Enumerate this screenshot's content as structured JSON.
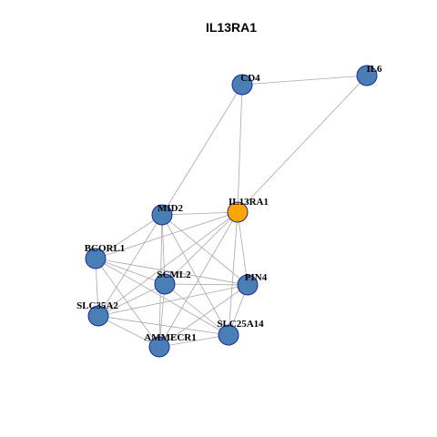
{
  "title": "IL13RA1",
  "colors": {
    "default_node": "#4a7fb5",
    "highlight_node": "#ffa500",
    "node_border": "#1a2a9a",
    "edge": "#a8a8a8"
  },
  "nodes": [
    {
      "id": "CD4",
      "label": "CD4",
      "highlight": false
    },
    {
      "id": "IL6",
      "label": "IL6",
      "highlight": false
    },
    {
      "id": "MID2",
      "label": "MID2",
      "highlight": false
    },
    {
      "id": "IL13RA1",
      "label": "IL13RA1",
      "highlight": true
    },
    {
      "id": "BCORL1",
      "label": "BCORL1",
      "highlight": false
    },
    {
      "id": "SCML2",
      "label": "SCML2",
      "highlight": false
    },
    {
      "id": "PIN4",
      "label": "PIN4",
      "highlight": false
    },
    {
      "id": "SLC35A2",
      "label": "SLC35A2",
      "highlight": false
    },
    {
      "id": "SLC25A14",
      "label": "SLC25A14",
      "highlight": false
    },
    {
      "id": "AMMECR1",
      "label": "AMMECR1",
      "highlight": false
    }
  ],
  "edges": [
    [
      "CD4",
      "IL6"
    ],
    [
      "CD4",
      "MID2"
    ],
    [
      "CD4",
      "IL13RA1"
    ],
    [
      "IL6",
      "IL13RA1"
    ],
    [
      "MID2",
      "IL13RA1"
    ],
    [
      "MID2",
      "BCORL1"
    ],
    [
      "MID2",
      "SCML2"
    ],
    [
      "MID2",
      "PIN4"
    ],
    [
      "MID2",
      "SLC35A2"
    ],
    [
      "MID2",
      "AMMECR1"
    ],
    [
      "MID2",
      "SLC25A14"
    ],
    [
      "IL13RA1",
      "BCORL1"
    ],
    [
      "IL13RA1",
      "SCML2"
    ],
    [
      "IL13RA1",
      "PIN4"
    ],
    [
      "IL13RA1",
      "SLC35A2"
    ],
    [
      "IL13RA1",
      "AMMECR1"
    ],
    [
      "IL13RA1",
      "SLC25A14"
    ],
    [
      "BCORL1",
      "SCML2"
    ],
    [
      "BCORL1",
      "PIN4"
    ],
    [
      "BCORL1",
      "SLC35A2"
    ],
    [
      "BCORL1",
      "AMMECR1"
    ],
    [
      "BCORL1",
      "SLC25A14"
    ],
    [
      "SCML2",
      "PIN4"
    ],
    [
      "SCML2",
      "SLC35A2"
    ],
    [
      "SCML2",
      "AMMECR1"
    ],
    [
      "SCML2",
      "SLC25A14"
    ],
    [
      "PIN4",
      "SLC35A2"
    ],
    [
      "PIN4",
      "AMMECR1"
    ],
    [
      "PIN4",
      "SLC25A14"
    ],
    [
      "SLC35A2",
      "AMMECR1"
    ],
    [
      "SLC35A2",
      "SLC25A14"
    ],
    [
      "AMMECR1",
      "SLC25A14"
    ]
  ]
}
